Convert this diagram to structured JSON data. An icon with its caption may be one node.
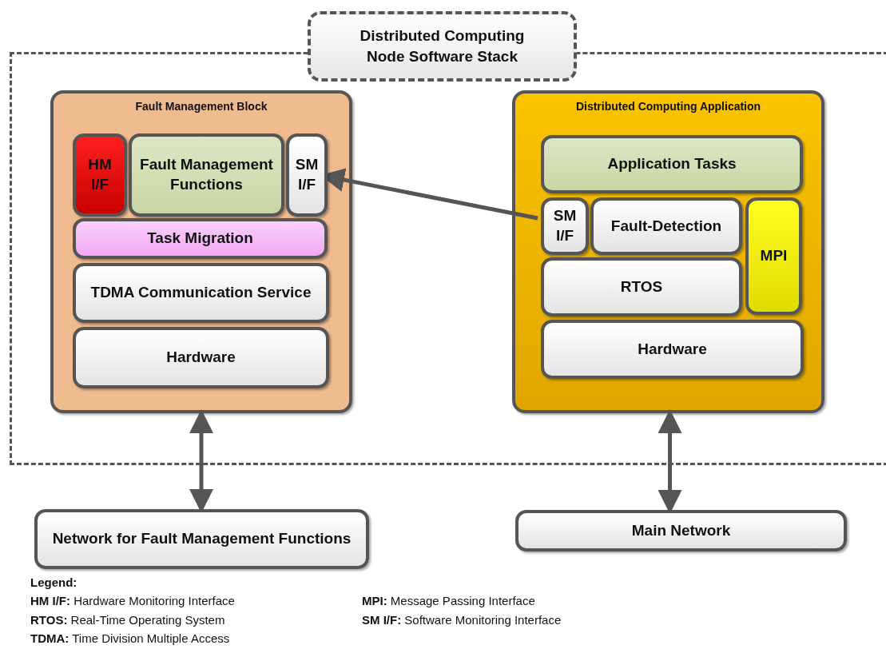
{
  "diagram": {
    "nodes": [
      {
        "text": [
          "Distributed Computing Node Software Stack"
        ]
      },
      {
        "text": [
          "Fault Management Block"
        ],
        "in": 0
      },
      {
        "text": [
          "HM I/F"
        ],
        "in": 1
      },
      {
        "text": [
          "Fault Management Functions"
        ],
        "in": 1
      },
      {
        "text": [
          "SM I/F"
        ],
        "in": 1
      },
      {
        "text": [
          "Task Migration"
        ],
        "in": 1
      },
      {
        "text": [
          "TDMA Communication Service"
        ],
        "in": 1
      },
      {
        "text": [
          "Hardware"
        ],
        "in": 1
      },
      {
        "text": [
          "Distributed Computing Application"
        ],
        "in": 0
      },
      {
        "text": [
          "Application Tasks"
        ],
        "in": 8
      },
      {
        "text": [
          "SM I/F"
        ],
        "in": 8
      },
      {
        "text": [
          "Fault-Detection"
        ],
        "in": 8
      },
      {
        "text": [
          "MPI"
        ],
        "in": 8
      },
      {
        "text": [
          "RTOS"
        ],
        "in": 8
      },
      {
        "text": [
          "Hardware"
        ],
        "in": 8
      },
      {
        "text": [
          "Network for Fault Management Functions"
        ]
      },
      {
        "text": [
          "Main Network"
        ]
      }
    ],
    "edges": [
      {
        "from": 10,
        "to": 4,
        "arrow": "to"
      },
      {
        "from": 1,
        "to": 15,
        "arrow": "both"
      },
      {
        "from": 8,
        "to": 16,
        "arrow": "both"
      }
    ],
    "labels": [
      "Legend:",
      "**HM I/F:** Hardware Monitoring Interface",
      "**MPI:** Message Passing Interface",
      "**RTOS:** Real-Time Operating System",
      "**SM I/F:** Software Monitoring Interface",
      "**TDMA:** Time Division Multiple Access"
    ]
  }
}
